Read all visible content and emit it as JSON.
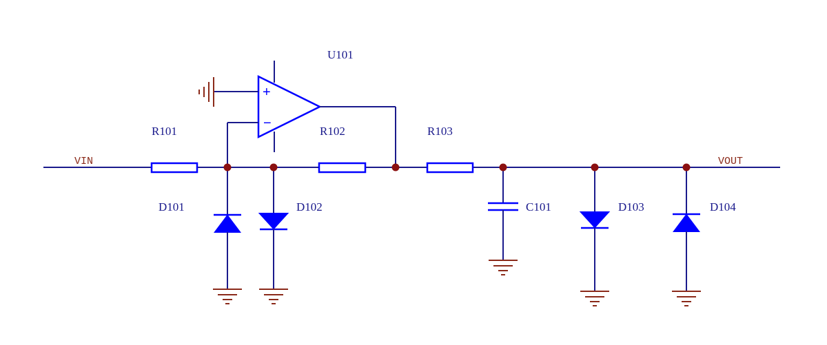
{
  "nets": {
    "input": "VIN",
    "output": "VOUT"
  },
  "components": {
    "opamp": "U101",
    "r1": "R101",
    "r2": "R102",
    "r3": "R103",
    "d1": "D101",
    "d2": "D102",
    "c1": "C101",
    "d3": "D103",
    "d4": "D104"
  },
  "opamp_pins": {
    "noninverting": "+",
    "inverting": "−"
  },
  "colors": {
    "wire": "#1a1a8c",
    "component": "#0000ff",
    "ground": "#8b2a1a",
    "junction": "#8b1010",
    "net_label": "#8b2a1a"
  }
}
